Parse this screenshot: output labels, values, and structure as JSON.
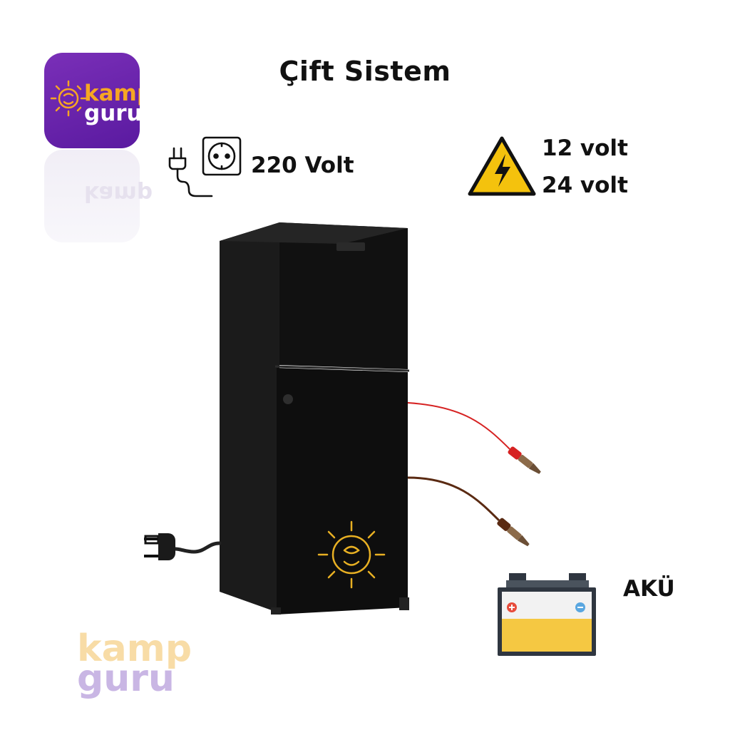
{
  "title": "Çift Sistem",
  "brand": {
    "word1": "kamp",
    "word2": "guru",
    "colors": {
      "purple": "#6a22ad",
      "orange": "#f6a623",
      "soft_orange": "#f8dca6",
      "soft_purple": "#c9b6e4"
    }
  },
  "power_ac": {
    "label": "220 Volt",
    "icon": "plug-socket-icon"
  },
  "power_dc": {
    "line1": "12 volt",
    "line2": "24 volt",
    "icon": "high-voltage-warning-icon"
  },
  "battery": {
    "label": "AKÜ",
    "icon": "car-battery-icon"
  },
  "fridge": {
    "icon": "sun-face-logo-icon"
  }
}
